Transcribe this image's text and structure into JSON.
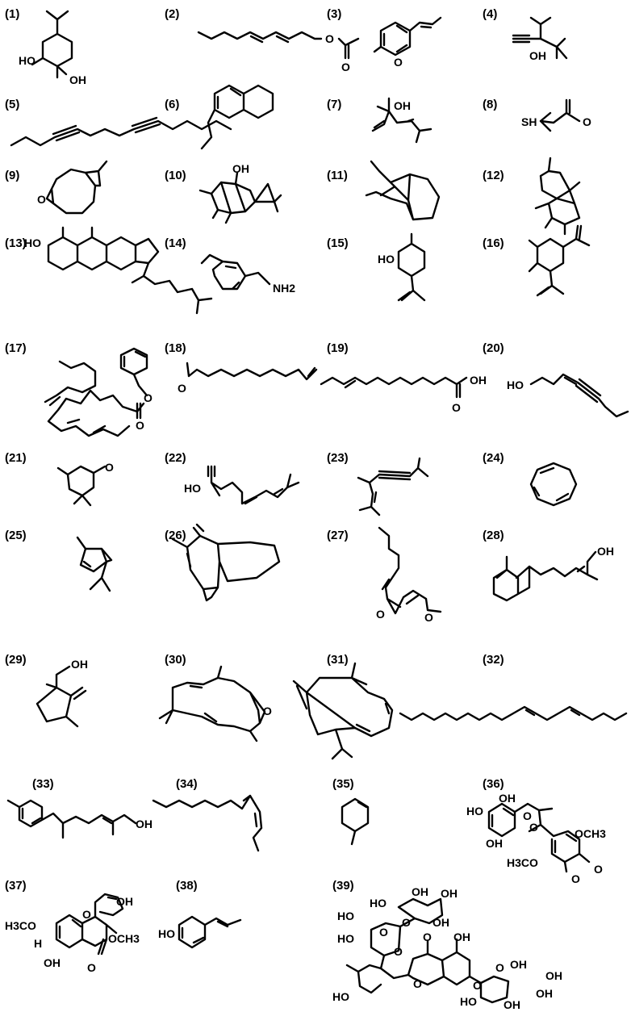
{
  "compounds": [
    {
      "id": "1",
      "label": "(1)",
      "atoms": [
        "HO",
        "OH"
      ]
    },
    {
      "id": "2",
      "label": "(2)",
      "atoms": [
        "O",
        "O"
      ]
    },
    {
      "id": "3",
      "label": "(3)",
      "atoms": [
        "O"
      ]
    },
    {
      "id": "4",
      "label": "(4)",
      "atoms": [
        "OH"
      ]
    },
    {
      "id": "5",
      "label": "(5)",
      "atoms": []
    },
    {
      "id": "6",
      "label": "(6)",
      "atoms": []
    },
    {
      "id": "7",
      "label": "(7)",
      "atoms": [
        "OH"
      ]
    },
    {
      "id": "8",
      "label": "(8)",
      "atoms": [
        "SH",
        "O"
      ]
    },
    {
      "id": "9",
      "label": "(9)",
      "atoms": [
        "O"
      ]
    },
    {
      "id": "10",
      "label": "(10)",
      "atoms": [
        "OH"
      ]
    },
    {
      "id": "11",
      "label": "(11)",
      "atoms": []
    },
    {
      "id": "12",
      "label": "(12)",
      "atoms": []
    },
    {
      "id": "13",
      "label": "(13)",
      "atoms": [
        "HO"
      ]
    },
    {
      "id": "14",
      "label": "(14)",
      "atoms": [
        "NH2"
      ]
    },
    {
      "id": "15",
      "label": "(15)",
      "atoms": [
        "HO"
      ]
    },
    {
      "id": "16",
      "label": "(16)",
      "atoms": []
    },
    {
      "id": "17",
      "label": "(17)",
      "atoms": [
        "O",
        "O"
      ]
    },
    {
      "id": "18",
      "label": "(18)",
      "atoms": [
        "O"
      ]
    },
    {
      "id": "19",
      "label": "(19)",
      "atoms": [
        "OH",
        "O"
      ]
    },
    {
      "id": "20",
      "label": "(20)",
      "atoms": [
        "HO"
      ]
    },
    {
      "id": "21",
      "label": "(21)",
      "atoms": [
        "O"
      ]
    },
    {
      "id": "22",
      "label": "(22)",
      "atoms": [
        "HO"
      ]
    },
    {
      "id": "23",
      "label": "(23)",
      "atoms": []
    },
    {
      "id": "24",
      "label": "(24)",
      "atoms": []
    },
    {
      "id": "25",
      "label": "(25)",
      "atoms": []
    },
    {
      "id": "26",
      "label": "(26)",
      "atoms": []
    },
    {
      "id": "27",
      "label": "(27)",
      "atoms": [
        "O",
        "O"
      ]
    },
    {
      "id": "28",
      "label": "(28)",
      "atoms": [
        "OH"
      ]
    },
    {
      "id": "29",
      "label": "(29)",
      "atoms": [
        "OH"
      ]
    },
    {
      "id": "30",
      "label": "(30)",
      "atoms": [
        "O"
      ]
    },
    {
      "id": "31",
      "label": "(31)",
      "atoms": []
    },
    {
      "id": "32",
      "label": "(32)",
      "atoms": []
    },
    {
      "id": "33",
      "label": "(33)",
      "atoms": [
        "OH"
      ]
    },
    {
      "id": "34",
      "label": "(34)",
      "atoms": []
    },
    {
      "id": "35",
      "label": "(35)",
      "atoms": []
    },
    {
      "id": "36",
      "label": "(36)",
      "atoms": [
        "HO",
        "OH",
        "O",
        "O",
        "OH",
        "OCH3",
        "H3CO",
        "O",
        "O"
      ]
    },
    {
      "id": "37",
      "label": "(37)",
      "atoms": [
        "OH",
        "H3CO",
        "O",
        "H",
        "OCH3",
        "OH",
        "O"
      ]
    },
    {
      "id": "38",
      "label": "(38)",
      "atoms": [
        "HO"
      ]
    },
    {
      "id": "39",
      "label": "(39)",
      "atoms": [
        "OH",
        "OH",
        "HO",
        "O",
        "HO",
        "O",
        "OH",
        "HO",
        "O",
        "O",
        "OH",
        "HO",
        "O",
        "O",
        "OH",
        "O",
        "OH",
        "HO",
        "OH",
        "OH"
      ]
    }
  ]
}
